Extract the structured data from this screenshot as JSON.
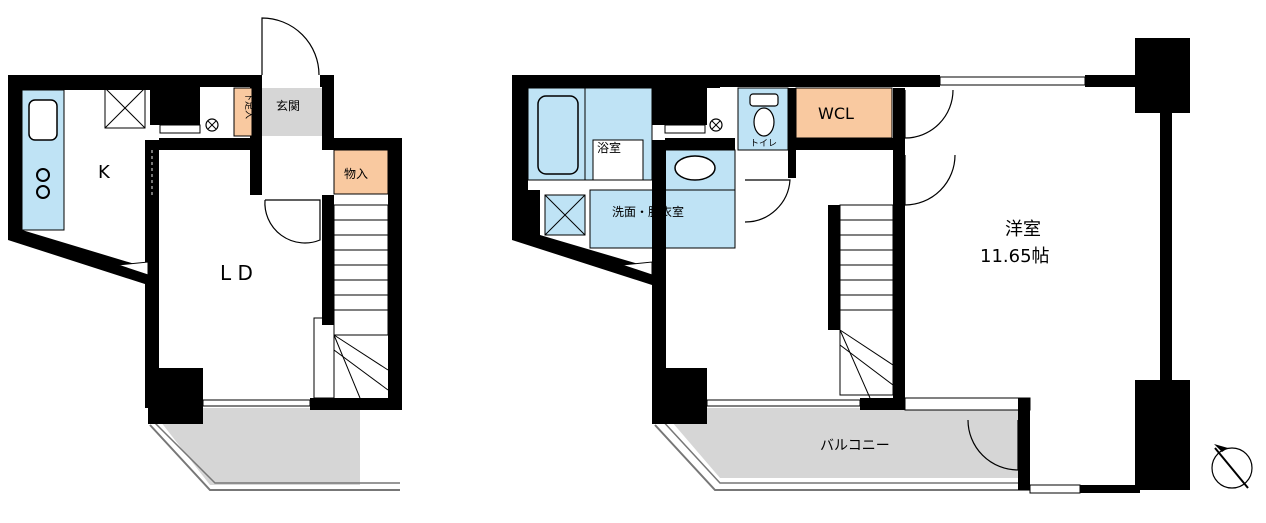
{
  "floor1": {
    "kitchen_label": "K",
    "living_dining_label": "L D",
    "entrance_label": "玄関",
    "storage_label": "物入",
    "vertical_storage_label": "下足入"
  },
  "floor2": {
    "bath_label": "浴室",
    "toilet_label": "トイレ",
    "washroom_label": "洗面・脱衣室",
    "wcl_label": "WCL",
    "bedroom_label": "洋室",
    "bedroom_size": "11.65帖",
    "balcony_label": "バルコニー"
  },
  "colors": {
    "wall": "#000000",
    "wet_area": "#bfe3f5",
    "storage_accent": "#f9c9a0",
    "balcony": "#d6d6d6",
    "entrance_floor": "#d6d6d6"
  },
  "icons": [
    "north-arrow-icon",
    "bathtub-icon",
    "toilet-icon",
    "sink-icon",
    "stove-icon",
    "washing-machine-icon",
    "door-swing-icon"
  ]
}
